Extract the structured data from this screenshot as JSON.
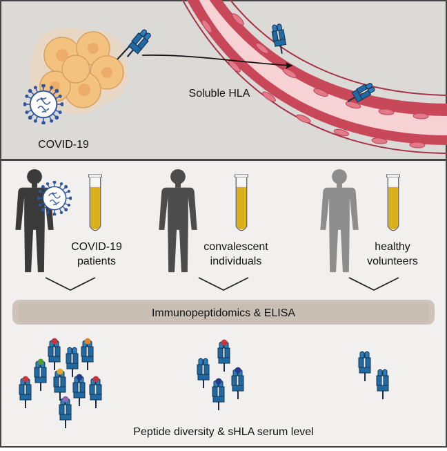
{
  "top_panel": {
    "disease_label": "COVID-19",
    "arrow_label": "Soluble HLA"
  },
  "cohorts": [
    {
      "line1": "COVID-19",
      "line2": "patients"
    },
    {
      "line1": "convalescent",
      "line2": "individuals"
    },
    {
      "line1": "healthy",
      "line2": "volunteers"
    }
  ],
  "method_band": {
    "label": "Immunopeptidomics & ELISA"
  },
  "bottom_caption": "Peptide diversity & sHLA serum level",
  "colors": {
    "background_top": "#dcdad7",
    "background_bottom": "#f1f0ef",
    "frame": "#444444",
    "hla_blue": "#1f6aa3",
    "hla_dark": "#1b2a3c",
    "vessel_outer": "#c8485a",
    "vessel_lumen": "#f7d2d5",
    "tumor": "#f3c27f",
    "serum": "#d9b019",
    "person_patient": "#3a3a3a",
    "person_convalescent": "#4c4c4c",
    "person_healthy": "#8d8d8d",
    "peptide_red": "#c3373d",
    "peptide_orange": "#e1872c",
    "peptide_green": "#4e9a3c",
    "peptide_purple": "#8d6ab3",
    "peptide_navy": "#283a8a"
  },
  "icons": [
    "virus-icon",
    "tumor-cells-icon",
    "blood-vessel-icon",
    "person-icon",
    "test-tube-icon",
    "hla-molecule-icon"
  ]
}
